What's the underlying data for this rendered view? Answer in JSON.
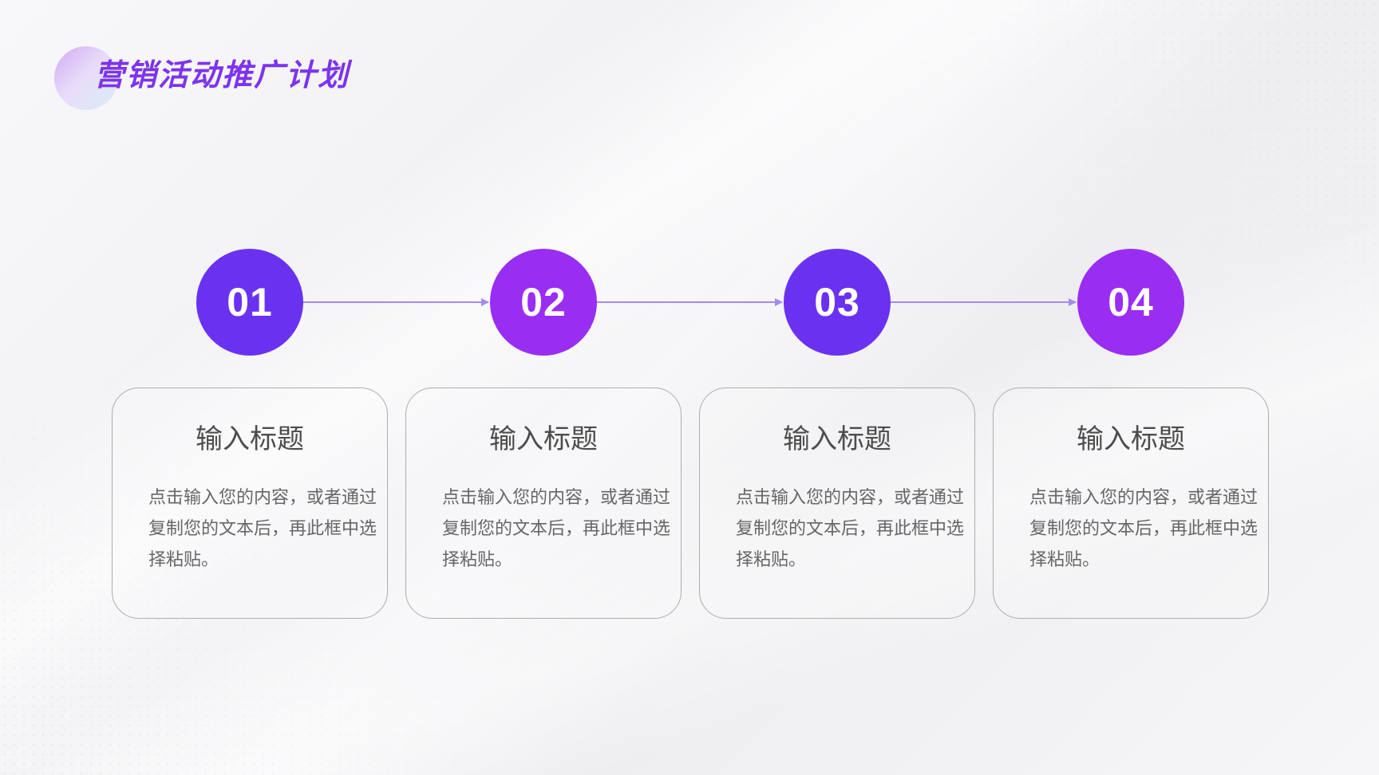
{
  "header": {
    "title": "营销活动推广计划"
  },
  "colors": {
    "title": "#7d33ee",
    "step_blue_purple": "#6a32f0",
    "step_magenta_purple": "#9a2df2",
    "connector": "#a58af0",
    "card_border": "#adadad",
    "body_text": "#666666",
    "card_title_text": "#4c4c4c"
  },
  "steps": [
    {
      "number": "01",
      "title": "输入标题",
      "text": "点击输入您的内容，或者通过复制您的文本后，再此框中选择粘贴。"
    },
    {
      "number": "02",
      "title": "输入标题",
      "text": "点击输入您的内容，或者通过复制您的文本后，再此框中选择粘贴。"
    },
    {
      "number": "03",
      "title": "输入标题",
      "text": "点击输入您的内容，或者通过复制您的文本后，再此框中选择粘贴。"
    },
    {
      "number": "04",
      "title": "输入标题",
      "text": "点击输入您的内容，或者通过复制您的文本后，再此框中选择粘贴。"
    }
  ]
}
